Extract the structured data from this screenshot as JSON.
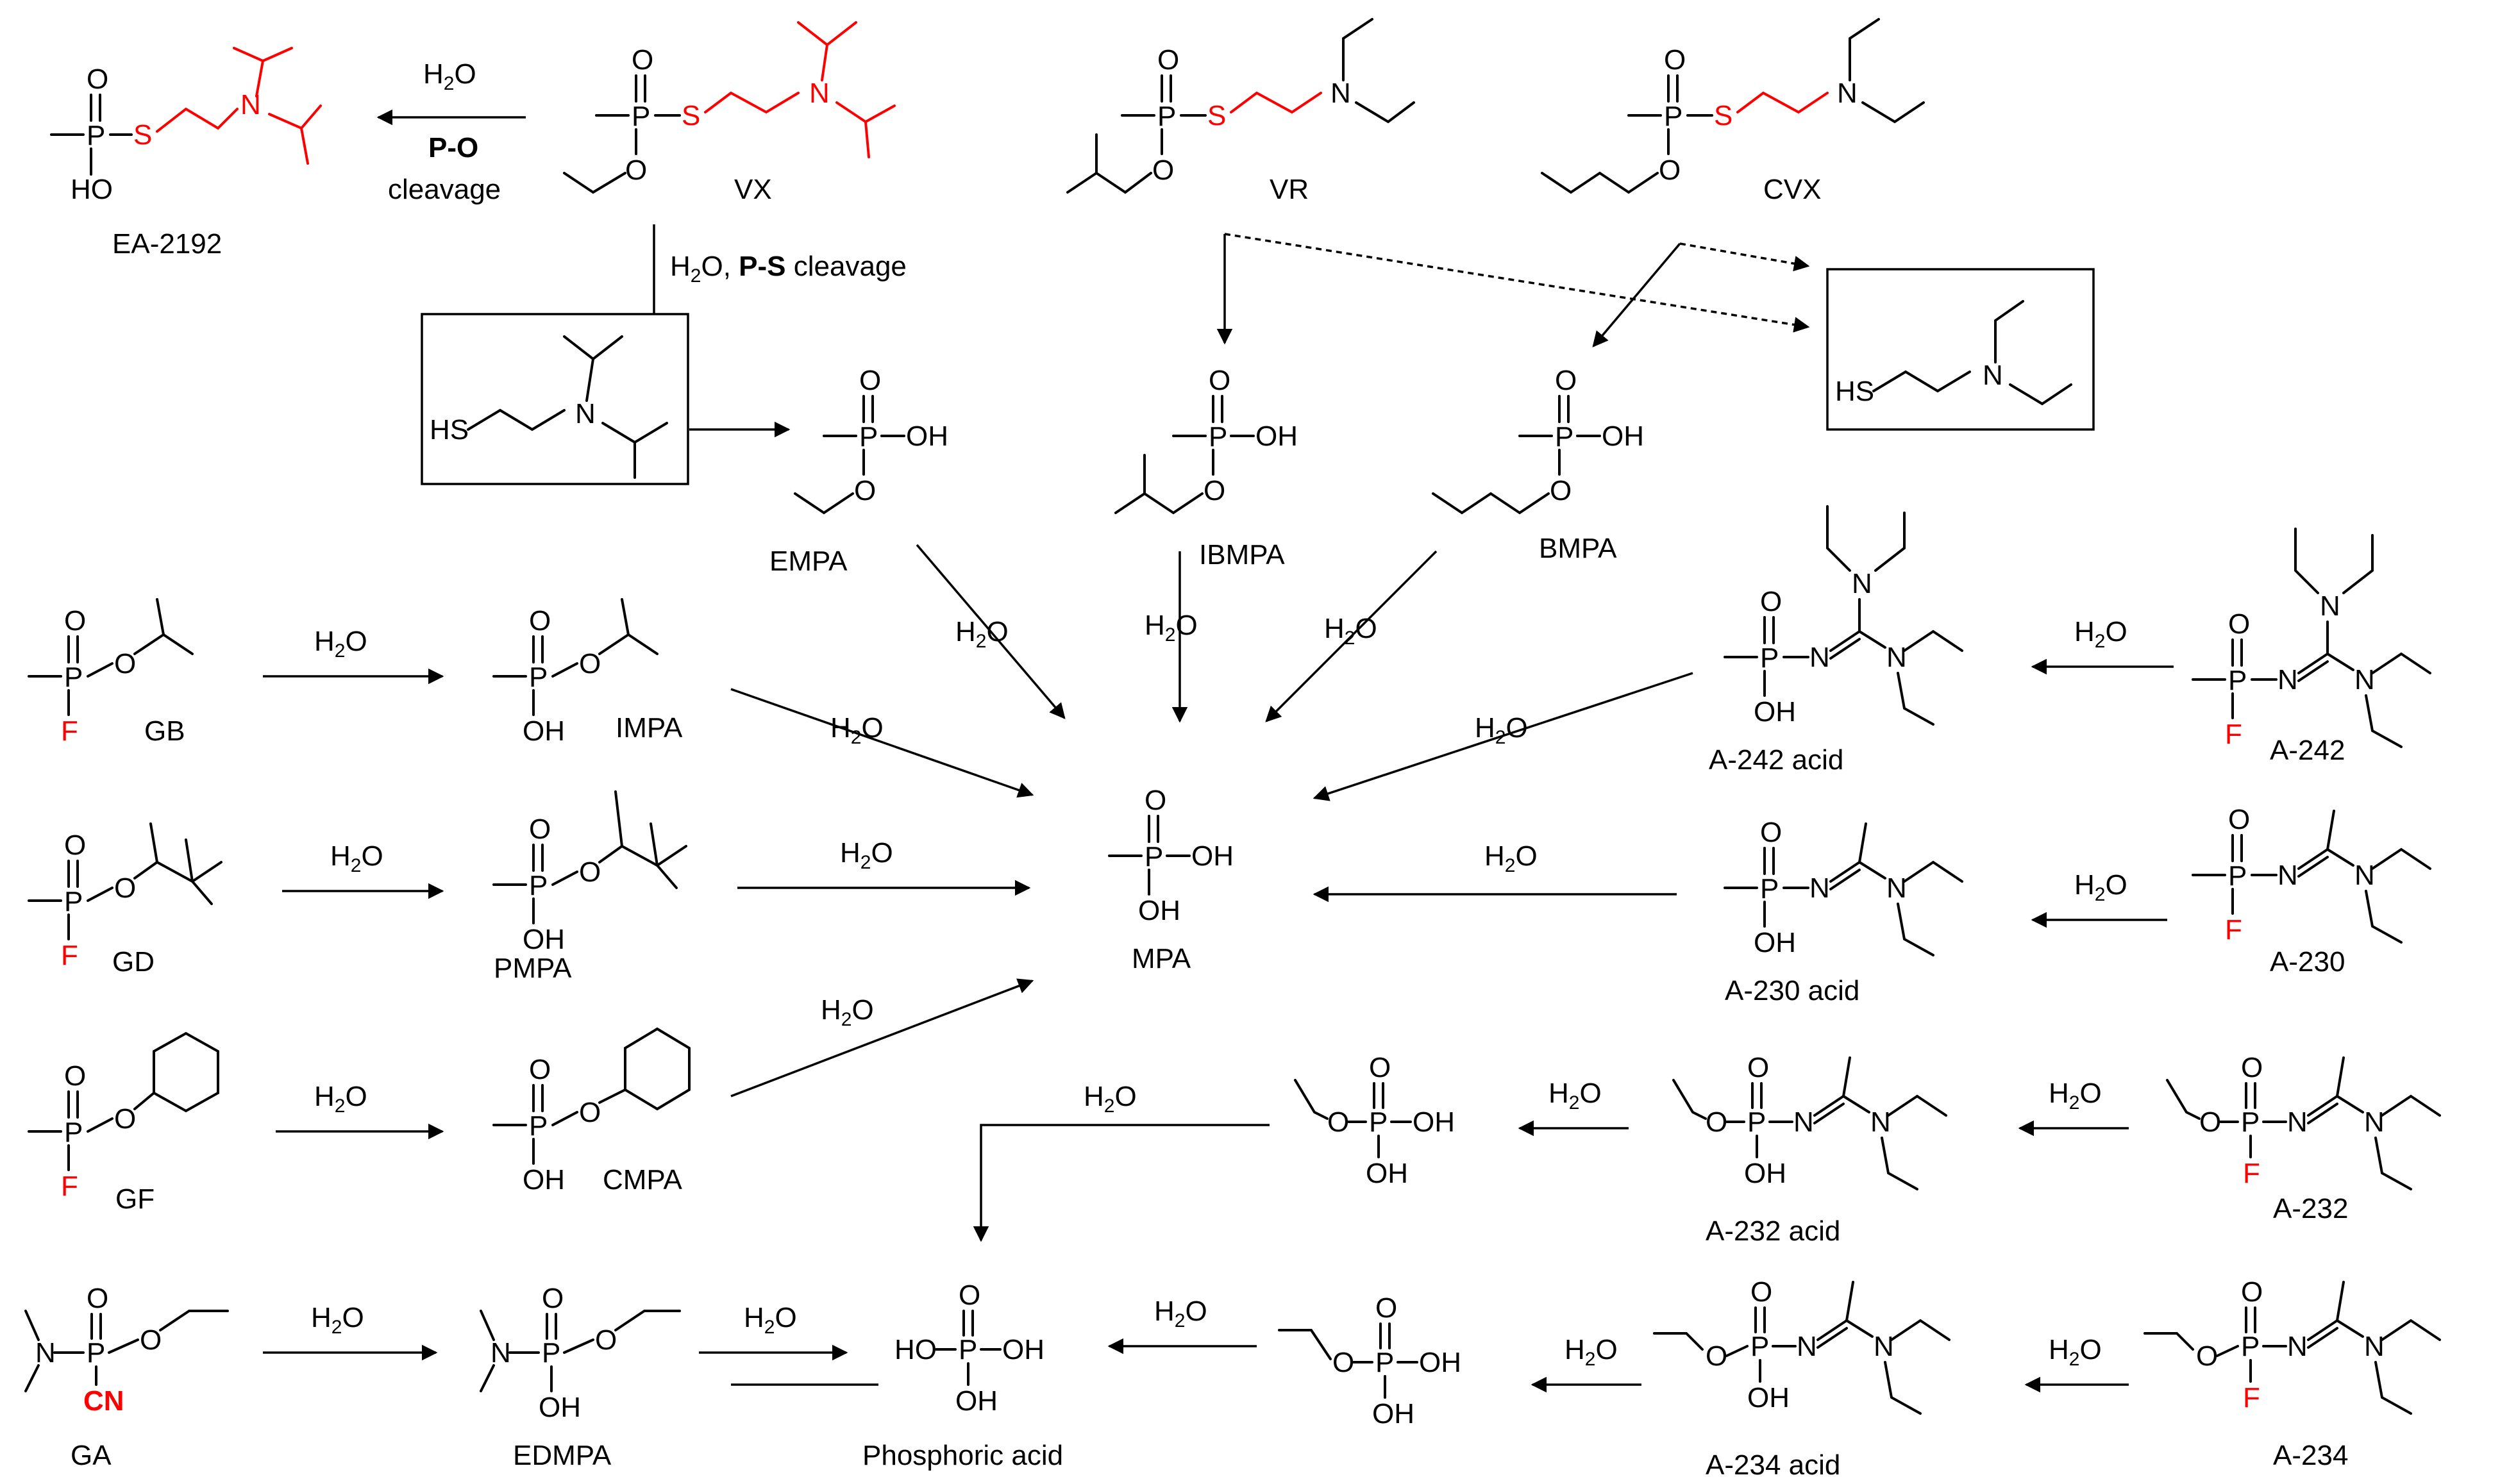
{
  "compounds": {
    "ea2192": "EA-2192",
    "vx": "VX",
    "vr": "VR",
    "cvx": "CVX",
    "empa": "EMPA",
    "ibmpa": "IBMPA",
    "bmpa": "BMPA",
    "gb": "GB",
    "impa": "IMPA",
    "gd": "GD",
    "pmpa": "PMPA",
    "gf": "GF",
    "cmpa": "CMPA",
    "mpa": "MPA",
    "ga": "GA",
    "edmpa": "EDMPA",
    "phosphoric": "Phosphoric acid",
    "a242": "A-242",
    "a242acid": "A-242 acid",
    "a230": "A-230",
    "a230acid": "A-230 acid",
    "a232": "A-232",
    "a232acid": "A-232 acid",
    "a234": "A-234",
    "a234acid": "A-234 acid"
  },
  "reagents": {
    "water": "H2O",
    "po_bond": "P-O",
    "cleavage": "cleavage",
    "ps_bond": "P-S"
  },
  "colors": {
    "leaving_group": "#ff0000",
    "default": "#000000"
  }
}
